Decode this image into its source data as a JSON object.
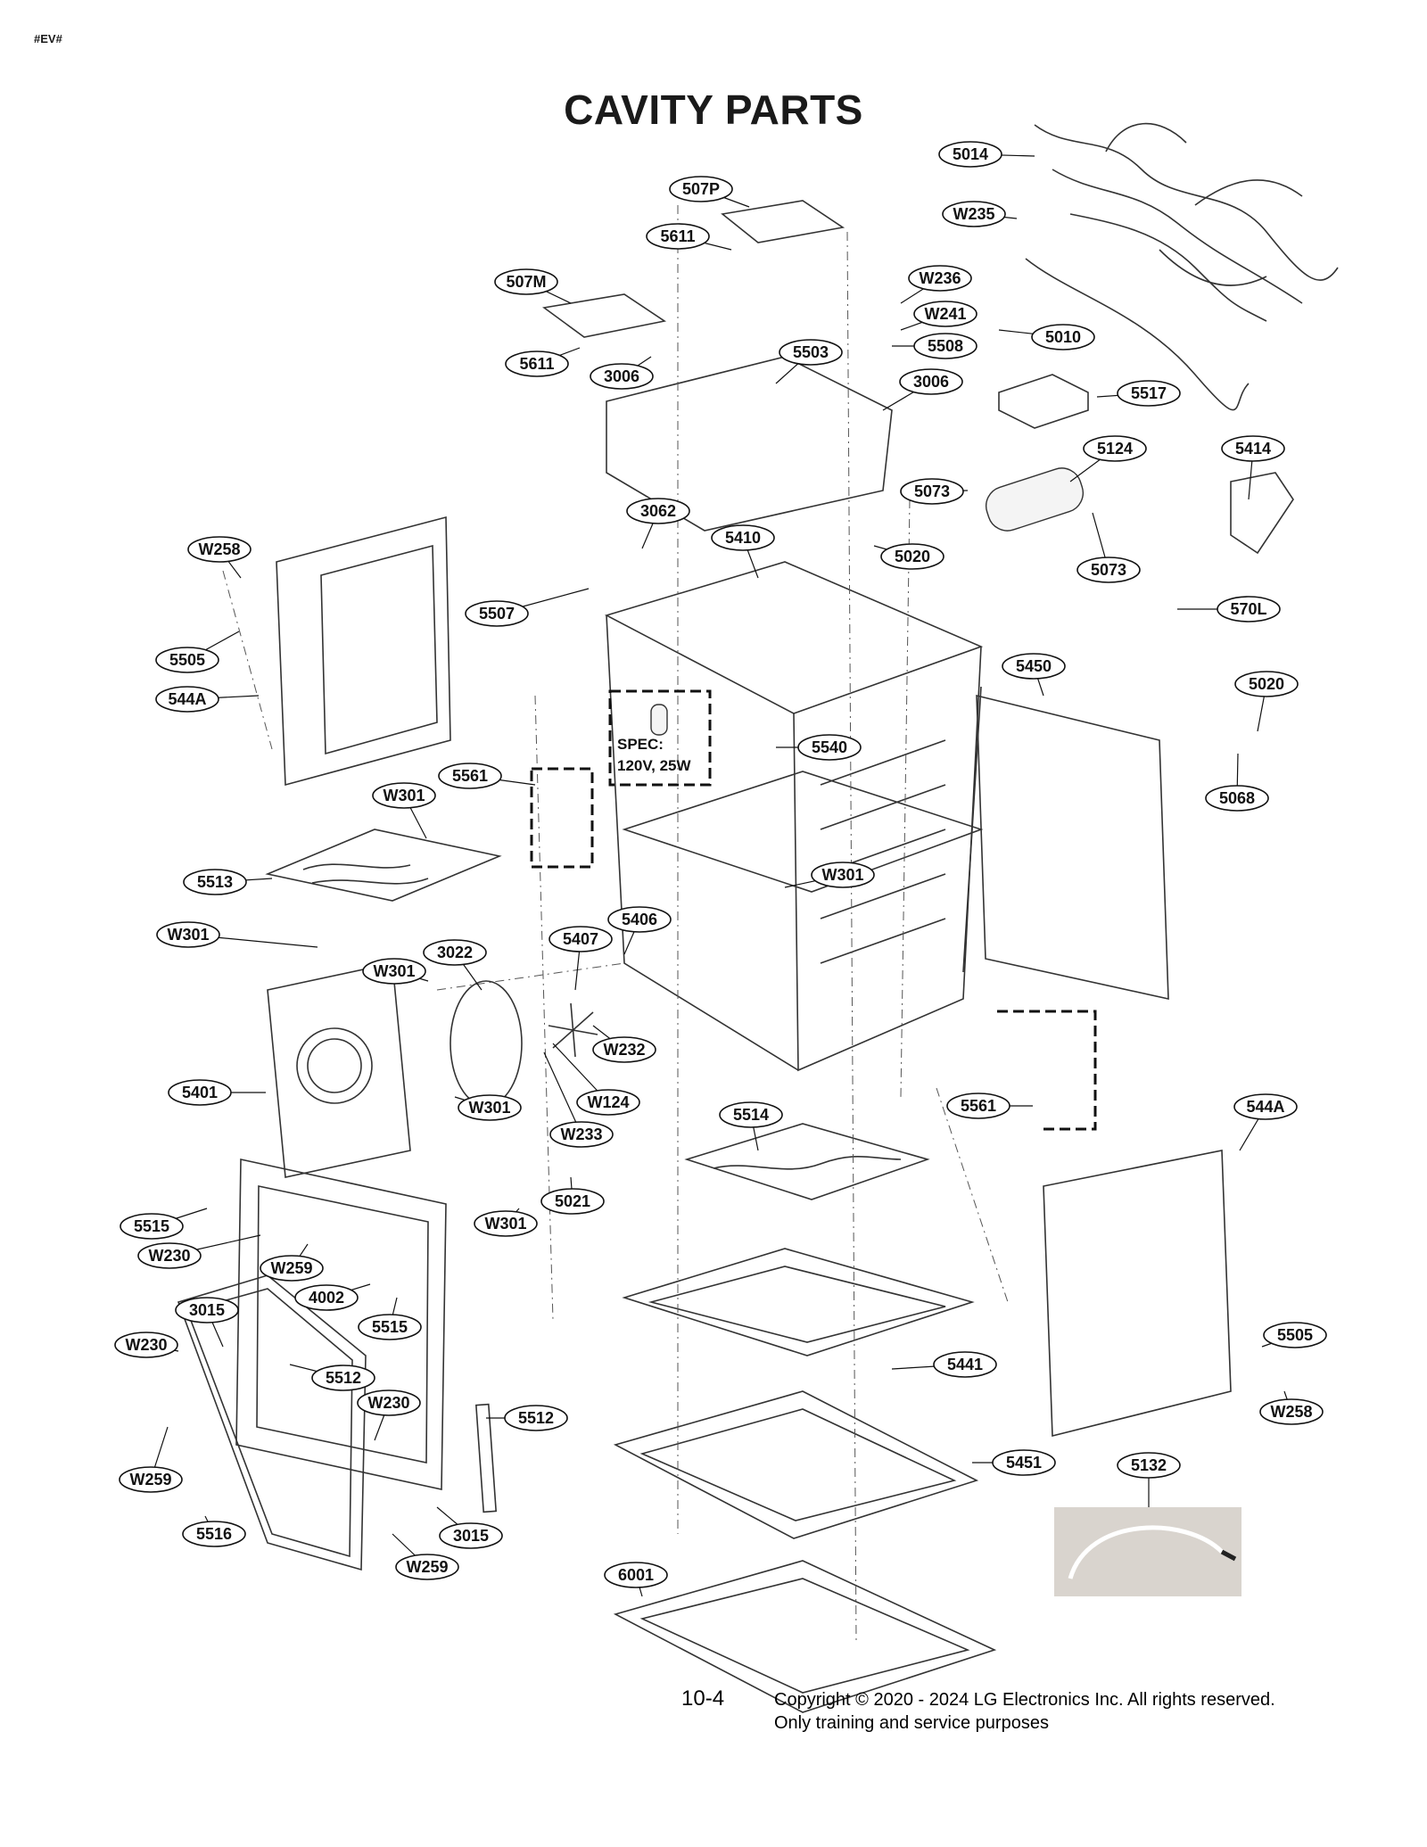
{
  "header": {
    "mark": "#EV#",
    "title": "CAVITY PARTS"
  },
  "spec_note": {
    "line1": "SPEC:",
    "line2": "120V, 25W"
  },
  "callouts": [
    {
      "label": "5014"
    },
    {
      "label": "507P"
    },
    {
      "label": "W235"
    },
    {
      "label": "5611"
    },
    {
      "label": "W236"
    },
    {
      "label": "507M"
    },
    {
      "label": "W241"
    },
    {
      "label": "5508"
    },
    {
      "label": "5010"
    },
    {
      "label": "5611"
    },
    {
      "label": "3006"
    },
    {
      "label": "5503"
    },
    {
      "label": "3006"
    },
    {
      "label": "5517"
    },
    {
      "label": "5124"
    },
    {
      "label": "5414"
    },
    {
      "label": "5073"
    },
    {
      "label": "3062"
    },
    {
      "label": "W258"
    },
    {
      "label": "5410"
    },
    {
      "label": "5020"
    },
    {
      "label": "5073"
    },
    {
      "label": "5507"
    },
    {
      "label": "570L"
    },
    {
      "label": "5505"
    },
    {
      "label": "5450"
    },
    {
      "label": "544A"
    },
    {
      "label": "5020"
    },
    {
      "label": "5540"
    },
    {
      "label": "5561"
    },
    {
      "label": "5068"
    },
    {
      "label": "W301"
    },
    {
      "label": "W301"
    },
    {
      "label": "5513"
    },
    {
      "label": "W301"
    },
    {
      "label": "5406"
    },
    {
      "label": "5407"
    },
    {
      "label": "3022"
    },
    {
      "label": "W301"
    },
    {
      "label": "W232"
    },
    {
      "label": "5401"
    },
    {
      "label": "W301"
    },
    {
      "label": "W124"
    },
    {
      "label": "5561"
    },
    {
      "label": "544A"
    },
    {
      "label": "W233"
    },
    {
      "label": "5514"
    },
    {
      "label": "5021"
    },
    {
      "label": "5515"
    },
    {
      "label": "W301"
    },
    {
      "label": "W230"
    },
    {
      "label": "W259"
    },
    {
      "label": "4002"
    },
    {
      "label": "5515"
    },
    {
      "label": "3015"
    },
    {
      "label": "W230"
    },
    {
      "label": "5441"
    },
    {
      "label": "5505"
    },
    {
      "label": "5512"
    },
    {
      "label": "W230"
    },
    {
      "label": "5512"
    },
    {
      "label": "W258"
    },
    {
      "label": "5451"
    },
    {
      "label": "5132"
    },
    {
      "label": "W259"
    },
    {
      "label": "5516"
    },
    {
      "label": "3015"
    },
    {
      "label": "W259"
    },
    {
      "label": "6001"
    }
  ],
  "footer": {
    "page_number": "10-4",
    "copyright": "Copyright © 2020 - 2024 LG Electronics Inc. All rights reserved.",
    "note": "Only training and service purposes"
  }
}
